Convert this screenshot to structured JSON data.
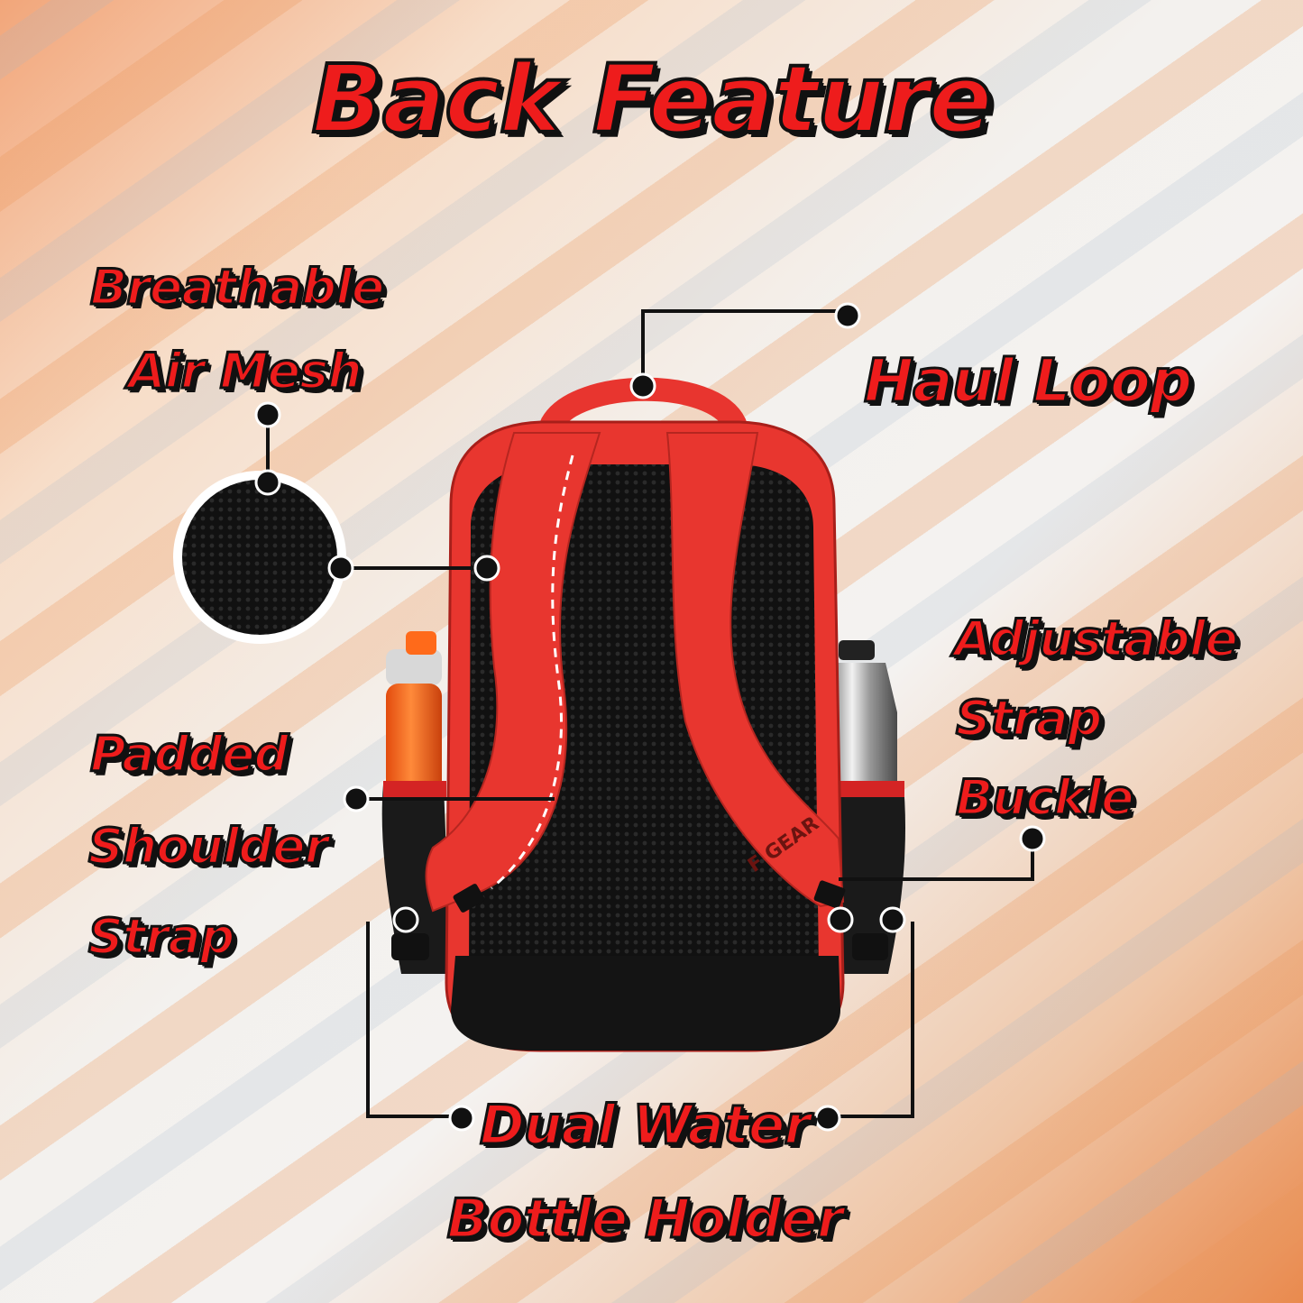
{
  "title": "Back Feature",
  "features": {
    "air_mesh": [
      "Breathable",
      "Air Mesh"
    ],
    "haul_loop": "Haul Loop",
    "shoulder_strap": [
      "Padded",
      "Shoulder",
      "Strap"
    ],
    "strap_buckle": [
      "Adjustable",
      "Strap",
      "Buckle"
    ],
    "bottle_holder": [
      "Dual Water",
      "Bottle Holder"
    ]
  },
  "brand_logo": "F GEAR",
  "colors": {
    "accent": "#ee1c1c",
    "outline": "#111111",
    "mesh": "#151515"
  },
  "icons": [
    "backpack-illustration",
    "mesh-swatch-icon",
    "callout-dot-icon"
  ]
}
